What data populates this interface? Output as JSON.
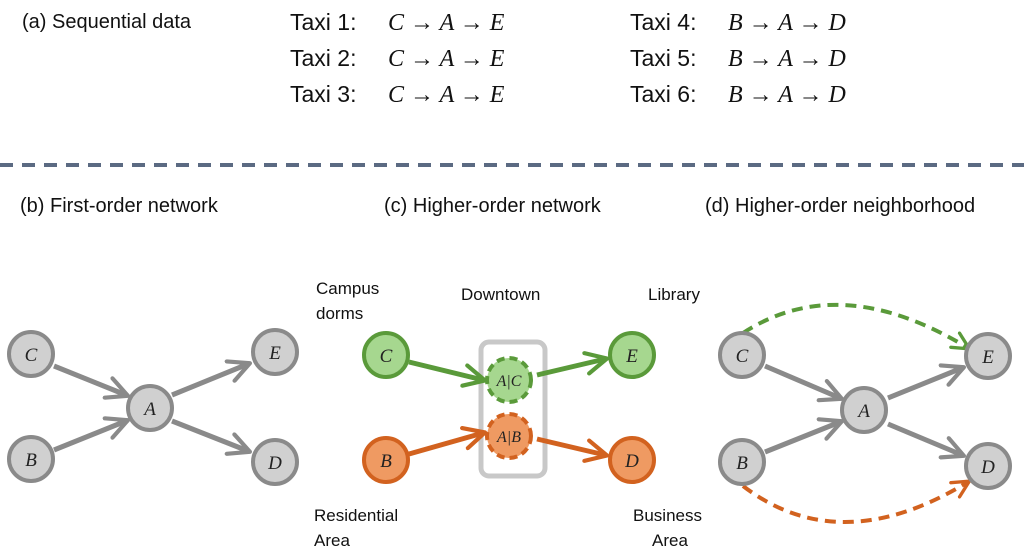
{
  "panels": {
    "a": "(a) Sequential data",
    "b": "(b) First-order network",
    "c": "(c) Higher-order network",
    "d": "(d) Higher-order neighborhood"
  },
  "sequences": [
    {
      "taxi": "Taxi 1:",
      "route": "C → A → E"
    },
    {
      "taxi": "Taxi 2:",
      "route": "C → A → E"
    },
    {
      "taxi": "Taxi 3:",
      "route": "C → A → E"
    },
    {
      "taxi": "Taxi 4:",
      "route": "B → A → D"
    },
    {
      "taxi": "Taxi 5:",
      "route": "B → A → D"
    },
    {
      "taxi": "Taxi 6:",
      "route": "B → A → D"
    }
  ],
  "first_order": {
    "nodes": {
      "C": "C",
      "B": "B",
      "A": "A",
      "E": "E",
      "D": "D"
    }
  },
  "higher_order": {
    "nodes": {
      "C": "C",
      "AC": "A|C",
      "E": "E",
      "B": "B",
      "AB": "A|B",
      "D": "D"
    },
    "places": {
      "campus_1": "Campus",
      "campus_2": "dorms",
      "downtown": "Downtown",
      "library": "Library",
      "residential_1": "Residential",
      "residential_2": "Area",
      "business_1": "Business",
      "business_2": "Area"
    }
  },
  "neighborhood": {
    "nodes": {
      "C": "C",
      "B": "B",
      "A": "A",
      "E": "E",
      "D": "D"
    }
  },
  "colors": {
    "grey_fill": "#d0d0d0",
    "grey_stroke": "#8a8a8a",
    "green_fill": "#a6d78f",
    "green_stroke": "#5a9a3a",
    "orange_fill": "#ef9a62",
    "orange_stroke": "#d2621f",
    "divider": "#5b6a82"
  }
}
